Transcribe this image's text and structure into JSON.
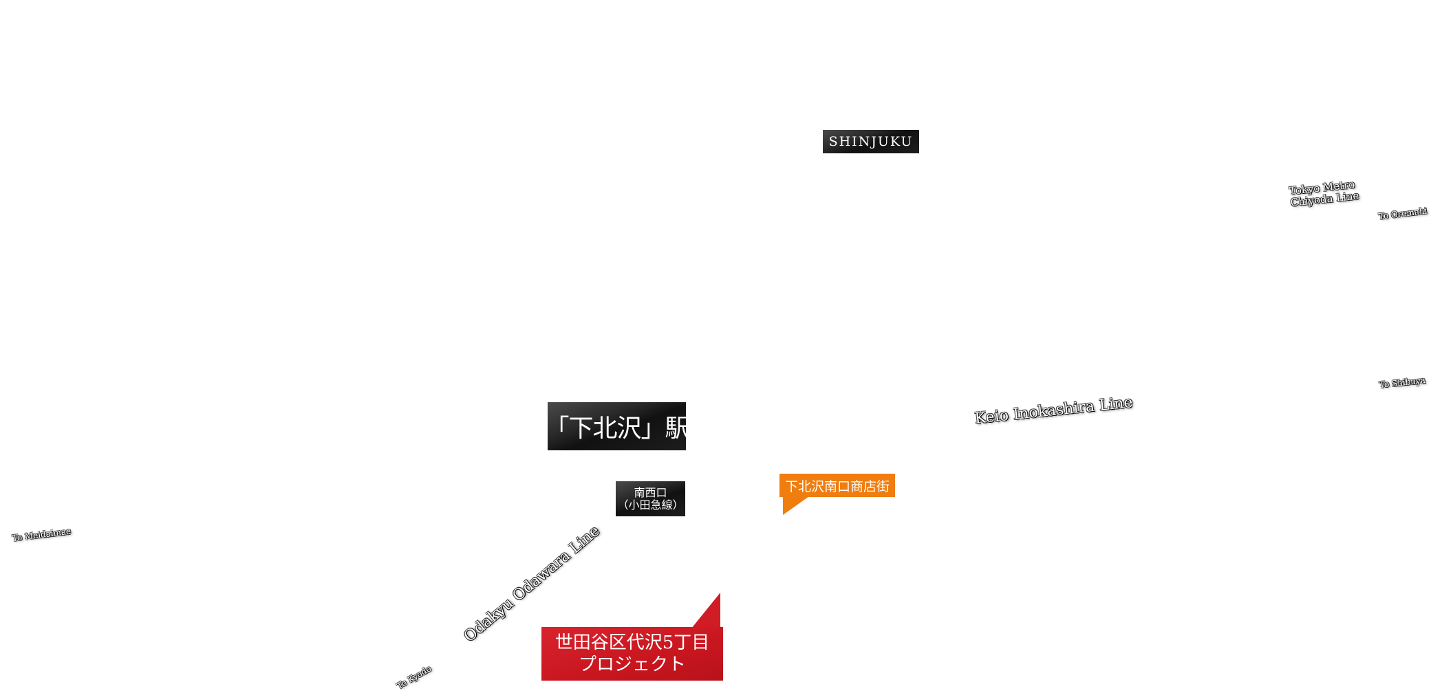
{
  "stations": {
    "shinjuku": "SHINJUKU",
    "shimokitazawa": "「下北沢」駅",
    "southwest_exit_line1": "南西口",
    "southwest_exit_line2": "（小田急線）"
  },
  "callouts": {
    "shopping_street": "下北沢南口商店街",
    "project_line1": "世田谷区代沢5丁目",
    "project_line2": "プロジェクト"
  },
  "lines": {
    "keio": "Keio Inokashira Line",
    "odakyu": "Odakyu Odawara Line",
    "chiyoda_line1": "Tokyo Metro",
    "chiyoda_line2": "Chiyoda Line"
  },
  "directions": {
    "omotesando": "To Oremahi",
    "shibuya": "To Shibuya",
    "meidaimae": "To Meidaimae",
    "kyodo": "To Kyodo"
  },
  "colors": {
    "label_dark": "#1a1a1a",
    "shopping_street": "#ef7d0f",
    "project": "#c8161f"
  }
}
